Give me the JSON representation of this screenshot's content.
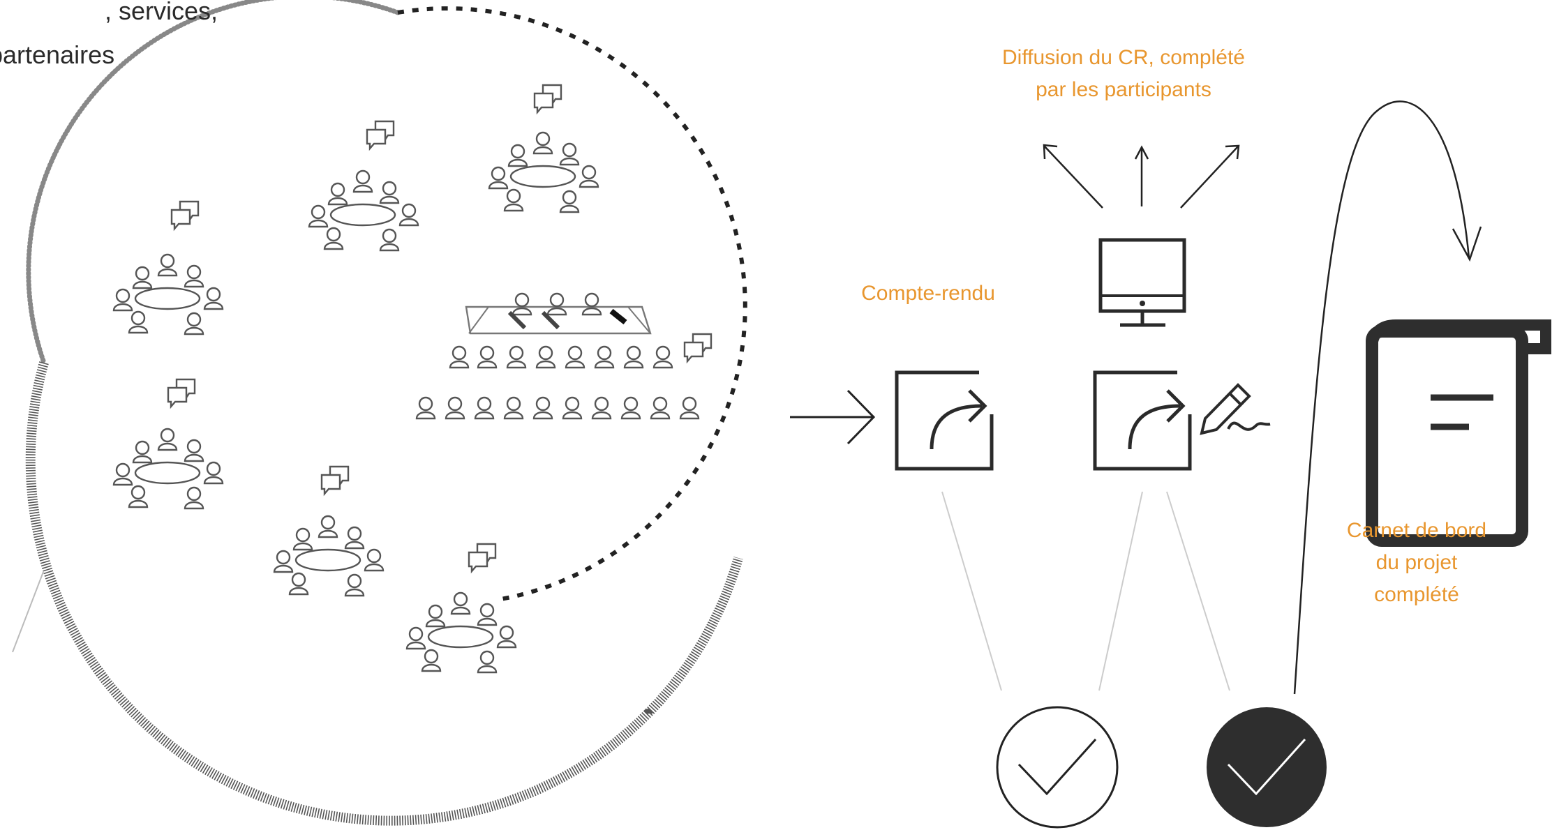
{
  "labels": {
    "top_left_line1": ", services,",
    "top_left_line2": "partenaires",
    "diffusion_line1": "Diffusion du CR, complété",
    "diffusion_line2": "par les participants",
    "compte_rendu": "Compte-rendu",
    "carnet_line1": "Carnet de bord",
    "carnet_line2": "du projet",
    "carnet_line3": "complété"
  },
  "colors": {
    "accent": "#e8962e",
    "line": "#222222",
    "icon_stroke": "#555555",
    "faint_line": "#cccccc",
    "dark_fill": "#2e2e2e"
  },
  "icons": {
    "meeting_group": "people-around-table-icon",
    "speech": "speech-bubbles-icon",
    "document_share": "document-share-icon",
    "monitor": "monitor-icon",
    "pen": "pen-sign-icon",
    "book": "book-icon",
    "check_outline": "check-circle-outline-icon",
    "check_filled": "check-circle-filled-icon"
  }
}
